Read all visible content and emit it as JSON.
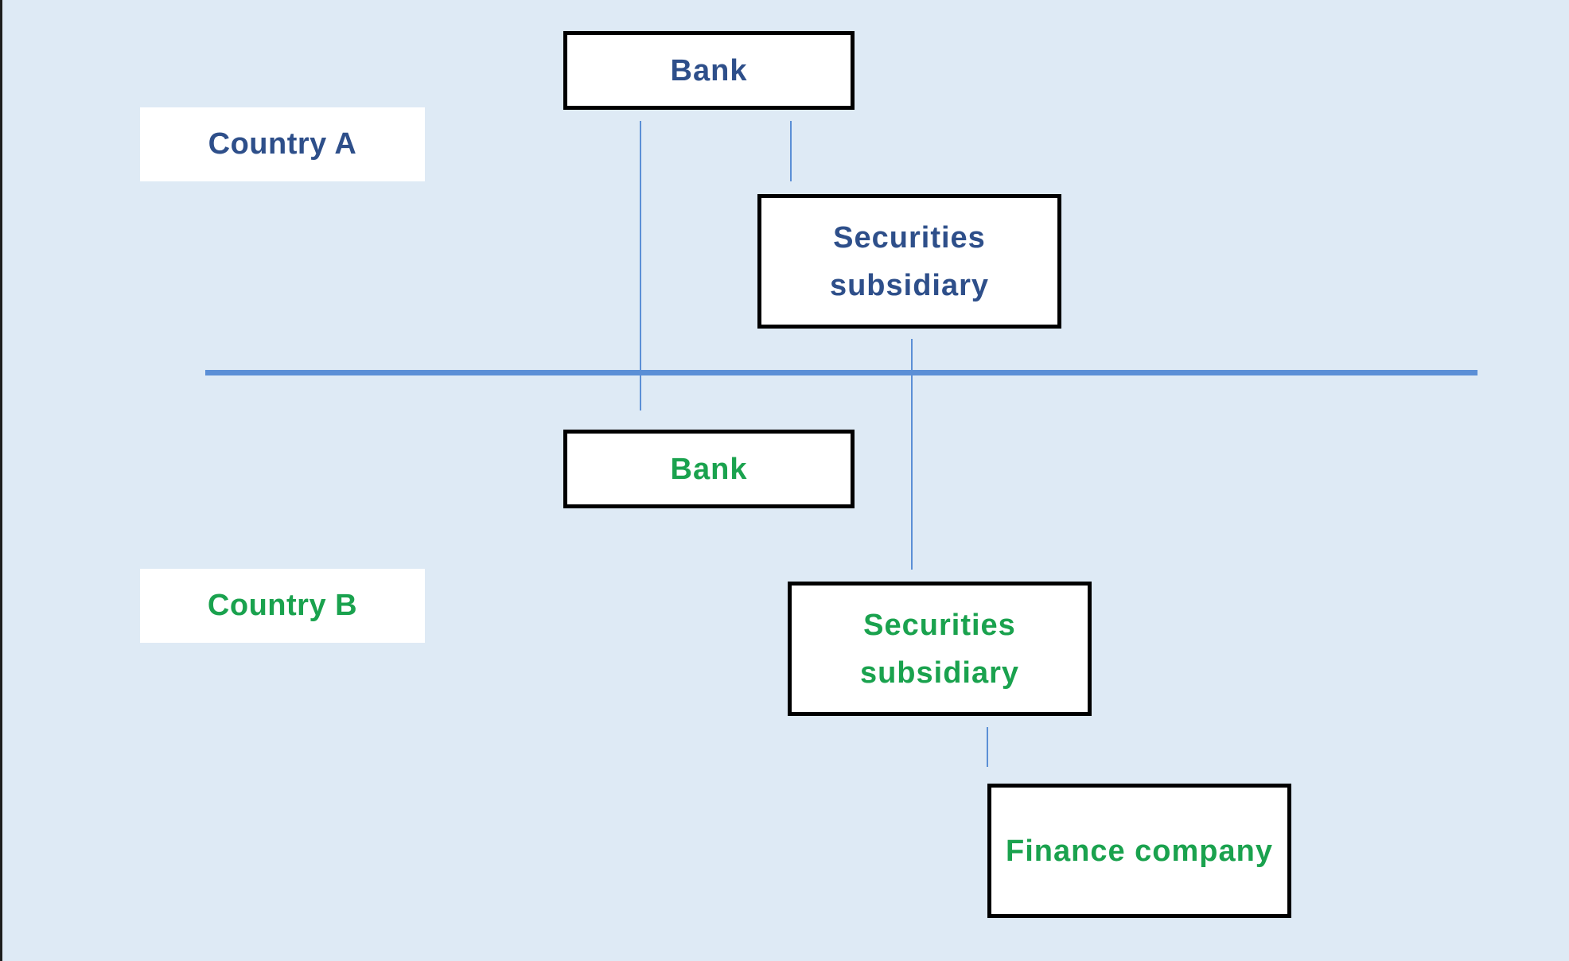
{
  "country_a": {
    "label": "Country A",
    "bank": "Bank",
    "securities_subsidiary": "Securities subsidiary"
  },
  "country_b": {
    "label": "Country B",
    "bank": "Bank",
    "securities_subsidiary": "Securities subsidiary",
    "finance_company": "Finance company"
  },
  "colors": {
    "background": "#deeaf5",
    "country_a_text": "#2e4f8a",
    "country_b_text": "#1aa24e",
    "connector": "#5b8fd6",
    "box_border": "#000000"
  }
}
